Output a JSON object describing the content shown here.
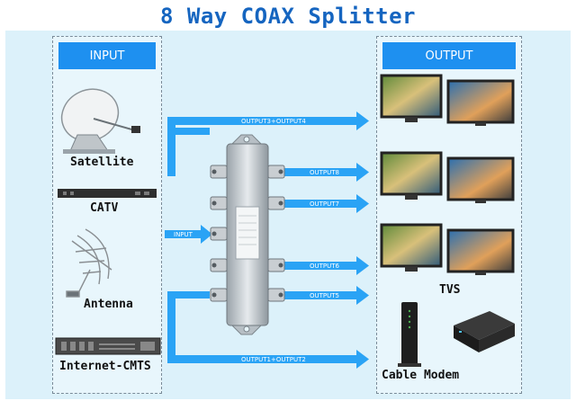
{
  "title": "8 Way COAX Splitter",
  "input_panel": {
    "header": "INPUT",
    "sources": [
      "Satellite",
      "CATV",
      "Antenna",
      "Internet-CMTS"
    ]
  },
  "output_panel": {
    "header": "OUTPUT",
    "tvs_label": "TVS",
    "modem_label": "Cable Modem"
  },
  "arrows": {
    "input": "INPUT",
    "out34": "OUTPUT3+OUTPUT4",
    "out8": "OUTPUT8",
    "out7": "OUTPUT7",
    "out6": "OUTPUT6",
    "out5": "OUTPUT5",
    "out12": "OUTPUT1+OUTPUT2"
  },
  "colors": {
    "title": "#1565c0",
    "header": "#1e90f0",
    "arrow": "#2aa3f5",
    "background": "#dcf1fa"
  }
}
